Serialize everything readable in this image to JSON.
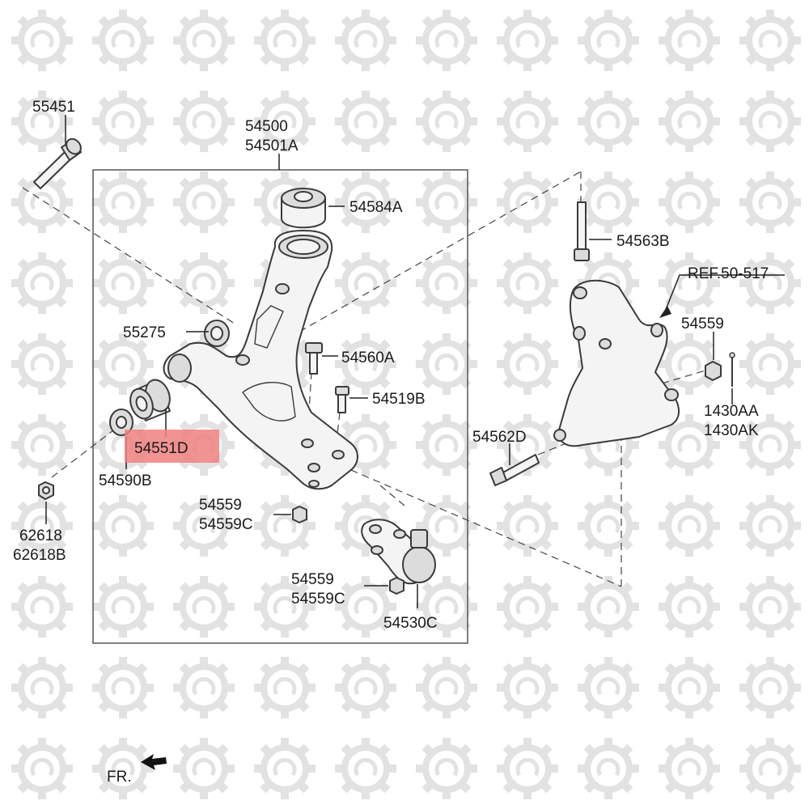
{
  "labels": {
    "p55451": "55451",
    "p54500": "54500",
    "p54501a": "54501A",
    "p54584a": "54584A",
    "p54563b": "54563B",
    "ref": "REF.50-517",
    "p55275": "55275",
    "p54560a": "54560A",
    "p54559_right": "54559",
    "p54519b": "54519B",
    "p1430aa": "1430AA",
    "p1430ak": "1430AK",
    "p54551d": "54551D",
    "p54562d": "54562D",
    "p54590b": "54590B",
    "p54559_mid": "54559",
    "p54559c_mid": "54559C",
    "p62618": "62618",
    "p62618b": "62618B",
    "p54559_low": "54559",
    "p54559c_low": "54559C",
    "p54530c": "54530C",
    "fr": "FR."
  },
  "highlight": {
    "part": "54551D",
    "color": "#f08080"
  },
  "colors": {
    "line": "#3a3a3a",
    "watermark": "#e2e2e2",
    "highlight_box": "#f08080"
  }
}
